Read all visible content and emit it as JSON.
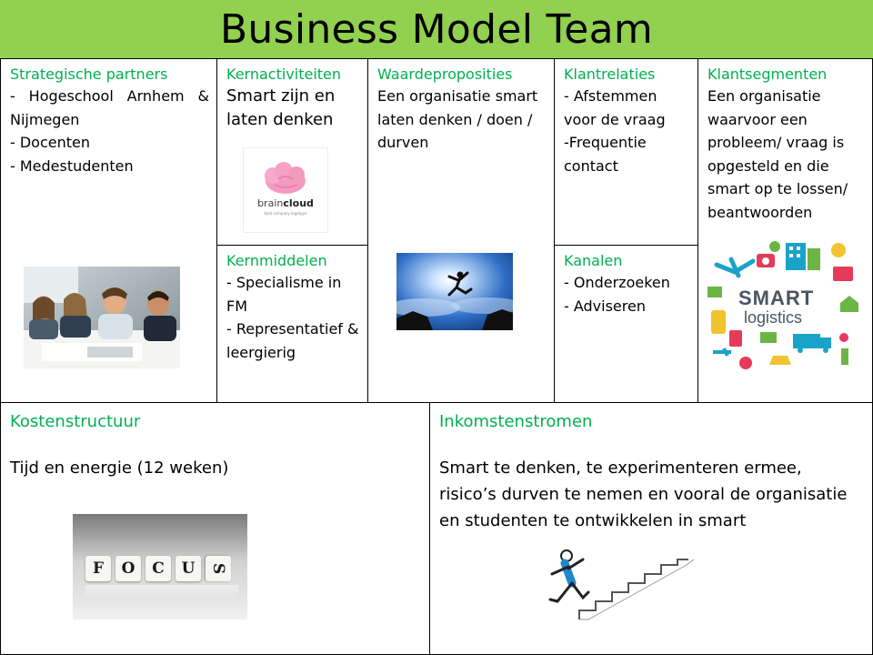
{
  "title": "Business Model Team",
  "colors": {
    "title_bg": "#92d050",
    "heading": "#00b050",
    "border": "#000000"
  },
  "canvas": {
    "partners": {
      "heading": "Strategische partners",
      "body": "- Hogeschool Arnhem & Nijmegen\n- Docenten\n- Medestudenten"
    },
    "activities": {
      "heading": "Kernactiviteiten",
      "body": "Smart zijn en laten denken"
    },
    "resources": {
      "heading": "Kernmiddelen",
      "body": "- Specialisme in FM\n- Representatief & leergierig"
    },
    "value": {
      "heading": "Waardeproposities",
      "body": "Een organisatie smart laten denken / doen / durven"
    },
    "relations": {
      "heading": "Klantrelaties",
      "body": "- Afstemmen voor de vraag\n-Frequentie contact"
    },
    "channels": {
      "heading": "Kanalen",
      "body": "- Onderzoeken\n- Adviseren"
    },
    "segments": {
      "heading": "Klantsegmenten",
      "body": "Een organisatie waarvoor een probleem/ vraag is opgesteld en die smart op te lossen/ beantwoorden"
    },
    "costs": {
      "heading": "Kostenstructuur",
      "body": "Tijd en energie (12 weken)"
    },
    "revenue": {
      "heading": "Inkomstenstromen",
      "body": "Smart te denken, te experimenteren ermee, risico’s durven te nemen en vooral de organisatie en studenten te ontwikkelen in smart"
    }
  },
  "images": {
    "braincloud": {
      "brand_a": "brain",
      "brand_b": "cloud",
      "tagline": "best company logotype"
    },
    "smart_logistics": {
      "line1": "SMART",
      "line2": "logistics"
    },
    "focus": {
      "letters": [
        "F",
        "O",
        "C",
        "U",
        "S"
      ]
    }
  }
}
